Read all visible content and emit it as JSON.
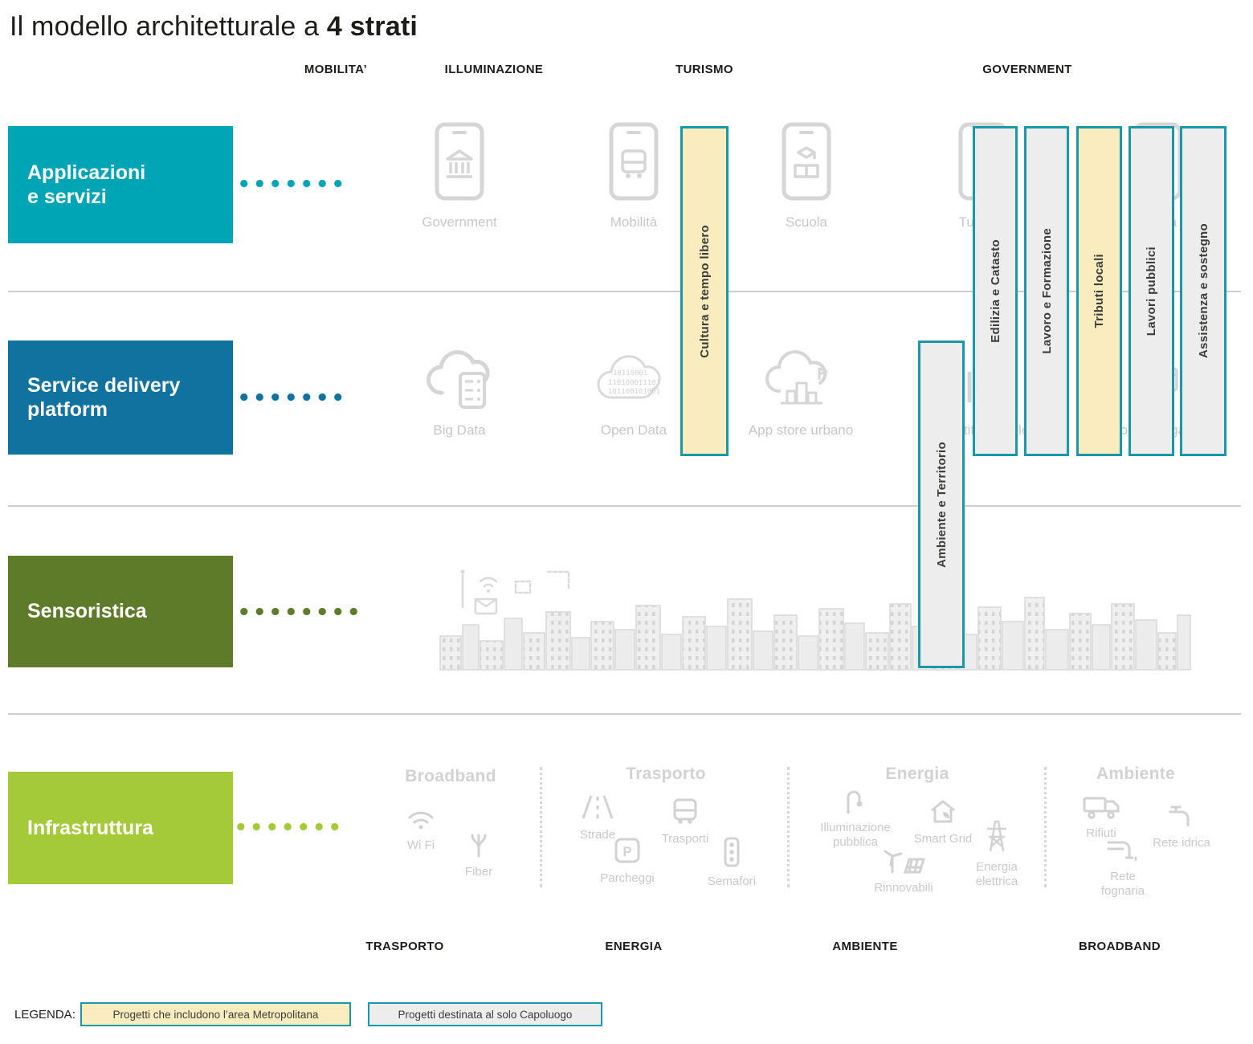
{
  "title": {
    "regular": "Il modello architetturale a ",
    "bold": "4 strati"
  },
  "top_labels": [
    {
      "label": "MOBILITA’"
    },
    {
      "label": "ILLUMINAZIONE"
    },
    {
      "label": "TURISMO"
    },
    {
      "label": "GOVERNMENT"
    }
  ],
  "layers": [
    {
      "label": "Applicazioni\ne servizi"
    },
    {
      "label": "Service delivery\nplatform"
    },
    {
      "label": "Sensoristica"
    },
    {
      "label": "Infrastruttura"
    }
  ],
  "applications_row": [
    {
      "label": "Government"
    },
    {
      "label": "Mobilità"
    },
    {
      "label": "Scuola"
    },
    {
      "label": "Turismo"
    },
    {
      "label": "Sanità"
    }
  ],
  "platform_row": [
    {
      "label": "Big Data"
    },
    {
      "label": "Open Data"
    },
    {
      "label": "App store urbano"
    },
    {
      "label": "Identità digitale"
    },
    {
      "label": "Piattaforma pagamenti"
    }
  ],
  "project_bars": [
    {
      "label": "Cultura e tempo libero",
      "type": "metropolitana"
    },
    {
      "label": "Ambiente e Territorio",
      "type": "capoluogo"
    },
    {
      "label": "Edilizia e Catasto",
      "type": "capoluogo"
    },
    {
      "label": "Lavoro e Formazione",
      "type": "capoluogo"
    },
    {
      "label": "Tributi locali",
      "type": "metropolitana"
    },
    {
      "label": "Lavori pubblici",
      "type": "capoluogo"
    },
    {
      "label": "Assistenza e sostegno",
      "type": "capoluogo"
    }
  ],
  "infrastructure_groups": [
    {
      "title": "Broadband",
      "items": [
        {
          "label": "Wi Fi"
        },
        {
          "label": "Fiber"
        }
      ]
    },
    {
      "title": "Trasporto",
      "items": [
        {
          "label": "Strade"
        },
        {
          "label": "Trasporti"
        },
        {
          "label": "Parcheggi"
        },
        {
          "label": "Semafori"
        }
      ]
    },
    {
      "title": "Energia",
      "items": [
        {
          "label": "Illuminazione pubblica"
        },
        {
          "label": "Smart Grid"
        },
        {
          "label": "Rinnovabili"
        },
        {
          "label": "Energia elettrica"
        }
      ]
    },
    {
      "title": "Ambiente",
      "items": [
        {
          "label": "Rifiuti"
        },
        {
          "label": "Rete idrica"
        },
        {
          "label": "Rete fognaria"
        }
      ]
    }
  ],
  "bottom_labels": [
    {
      "label": "TRASPORTO"
    },
    {
      "label": "ENERGIA"
    },
    {
      "label": "AMBIENTE"
    },
    {
      "label": "BROADBAND"
    }
  ],
  "legend": {
    "title": "LEGENDA:",
    "items": [
      {
        "label": "Progetti che includono l’area Metropolitana",
        "type": "metropolitana"
      },
      {
        "label": "Progetti destinata al solo Capoluogo",
        "type": "capoluogo"
      }
    ]
  },
  "colors": {
    "applications": "#00a5b5",
    "platform": "#1172a0",
    "sensoristica": "#5d7b28",
    "infrastruttura": "#a4ca3a",
    "bar_border": "#1898a8",
    "metropolitana_fill": "#f9edbf",
    "capoluogo_fill": "#ededed"
  }
}
